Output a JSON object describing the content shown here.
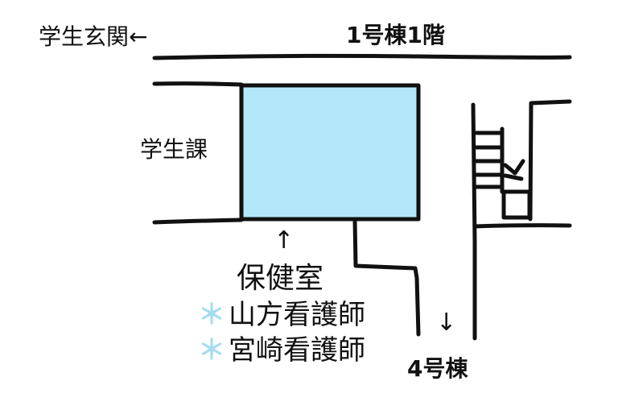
{
  "floor_title": "1号棟1階",
  "entrance_label": "学生玄関←",
  "student_affairs_label": "学生課",
  "arrow_up": "↑",
  "health_room_label": "保健室",
  "nurses": [
    {
      "marker": "＊",
      "name": "山方看護師"
    },
    {
      "marker": "＊",
      "name": "宮崎看護師"
    }
  ],
  "arrow_down": "↓",
  "building4_label": "4号棟",
  "colors": {
    "room_fill": "#b3e8fb",
    "line": "#111111",
    "marker": "#a6dcf0"
  }
}
